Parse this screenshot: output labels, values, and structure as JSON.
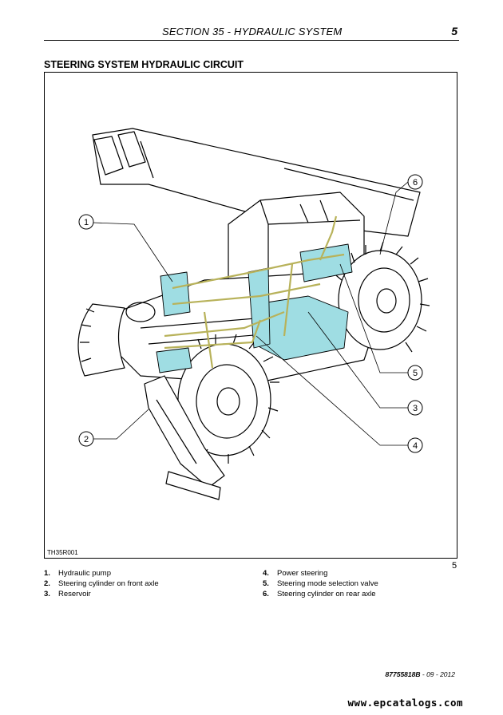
{
  "header": {
    "section_title": "SECTION 35 - HYDRAULIC SYSTEM",
    "page_number": "5"
  },
  "subheading": "STEERING SYSTEM HYDRAULIC CIRCUIT",
  "figure": {
    "reference": "TH35R001",
    "number": "5",
    "callouts": [
      "1",
      "2",
      "3",
      "4",
      "5",
      "6"
    ],
    "colors": {
      "hydraulic_component": "#9fdde3",
      "pipe": "#b8b25a",
      "line": "#000000"
    }
  },
  "legend": {
    "items": [
      {
        "num": "1.",
        "label": "Hydraulic pump"
      },
      {
        "num": "2.",
        "label": "Steering cylinder on front axle"
      },
      {
        "num": "3.",
        "label": "Reservoir"
      },
      {
        "num": "4.",
        "label": "Power steering"
      },
      {
        "num": "5.",
        "label": "Steering mode selection valve"
      },
      {
        "num": "6.",
        "label": "Steering cylinder on rear axle"
      }
    ]
  },
  "footer": {
    "doc_id": "87755818B",
    "date": "- 09 - 2012"
  },
  "watermark": "www.epcatalogs.com"
}
